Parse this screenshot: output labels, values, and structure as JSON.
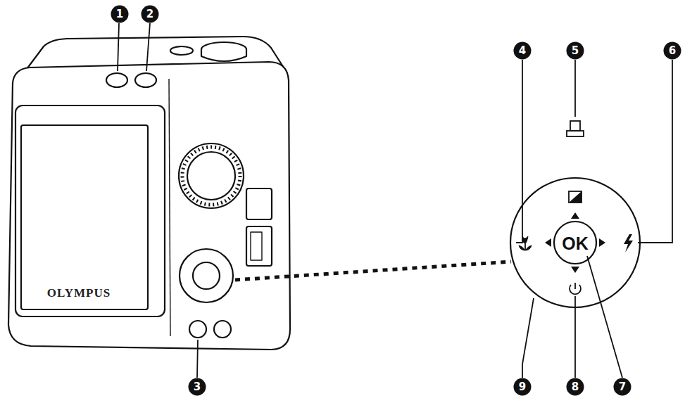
{
  "diagram": {
    "labels": [
      "1",
      "2",
      "3",
      "4",
      "5",
      "6",
      "7",
      "8",
      "9",
      "OLYMPUS",
      "OK"
    ]
  }
}
